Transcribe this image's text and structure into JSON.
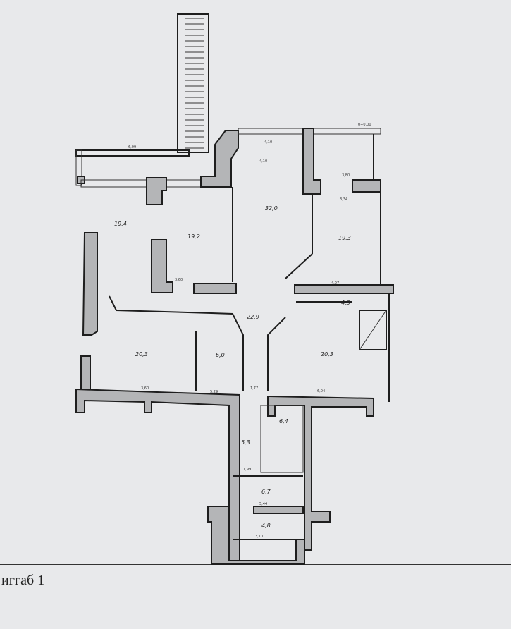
{
  "document": {
    "caption": "иггаб 1",
    "level_mark": "0+0,00"
  },
  "rooms": [
    {
      "id": "1",
      "area": "19,4"
    },
    {
      "id": "2",
      "area": "19,2"
    },
    {
      "id": "3",
      "area": "32,0"
    },
    {
      "id": "4",
      "area": "19,3"
    },
    {
      "id": "5",
      "area": "22,9"
    },
    {
      "id": "6",
      "area": "4,3"
    },
    {
      "id": "7",
      "area": "20,3"
    },
    {
      "id": "8",
      "area": "6,0"
    },
    {
      "id": "9",
      "area": "20,3"
    },
    {
      "id": "10",
      "area": "5,3"
    },
    {
      "id": "11",
      "area": "6,4"
    },
    {
      "id": "12",
      "area": "6,7"
    },
    {
      "id": "13",
      "area": "4,8"
    }
  ],
  "dimensions": [
    "6,09",
    "4,10",
    "4,10",
    "3,80",
    "3,34",
    "4,07",
    "3,60",
    "3,60",
    "6,04",
    "5,29",
    "1,77",
    "1,99",
    "5,44",
    "3,10"
  ]
}
